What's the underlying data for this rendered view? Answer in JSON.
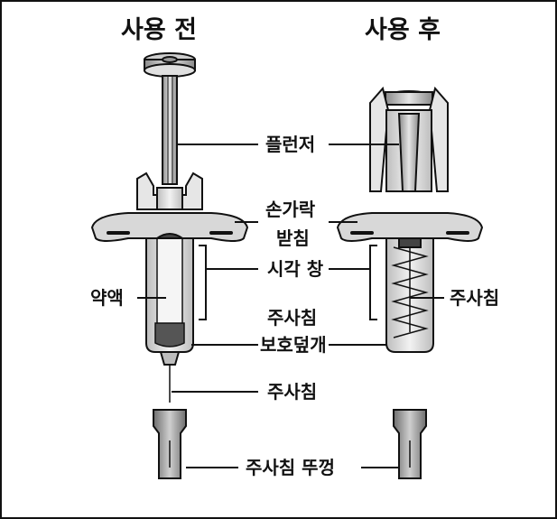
{
  "titles": {
    "before": "사용 전",
    "after": "사용 후"
  },
  "labels": {
    "plunger": "플런저",
    "finger_flange_line1": "손가락",
    "finger_flange_line2": "받침",
    "viewing_window": "시각 창",
    "medicine": "약액",
    "needle_after": "주사침",
    "needle_guard_line1": "주사침",
    "needle_guard_line2": "보호덮개",
    "needle": "주사침",
    "needle_cap": "주사침 뚜껑"
  },
  "colors": {
    "line": "#111111",
    "syringe_fill": "#d9d9d9",
    "medicine_dark": "#555555",
    "background": "#ffffff"
  }
}
